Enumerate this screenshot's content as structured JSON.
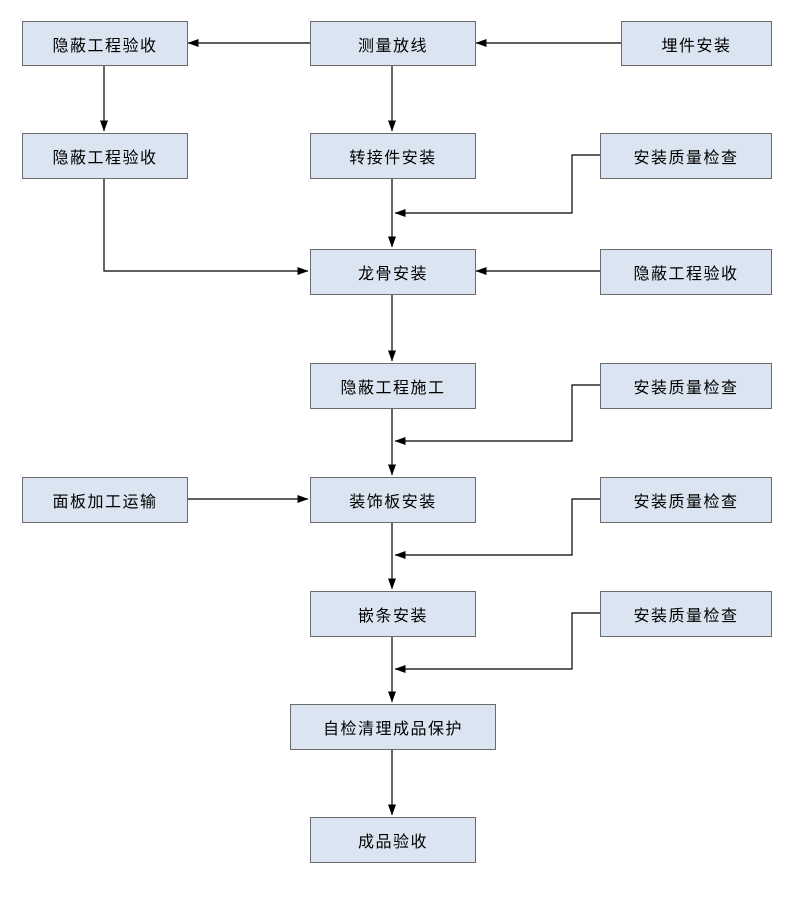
{
  "flowchart": {
    "style": {
      "node_fill": "#dbe5f1",
      "node_border": "#6b6b6b",
      "arrow_color": "#000000",
      "background": "#ffffff",
      "text_color": "#000000"
    },
    "nodes": [
      {
        "id": "hidden-works-acceptance-1",
        "label": "隐蔽工程验收"
      },
      {
        "id": "survey-layout",
        "label": "测量放线"
      },
      {
        "id": "embed-install",
        "label": "埋件安装"
      },
      {
        "id": "hidden-works-acceptance-2",
        "label": "隐蔽工程验收"
      },
      {
        "id": "adapter-install",
        "label": "转接件安装"
      },
      {
        "id": "quality-check-1",
        "label": "安装质量检查"
      },
      {
        "id": "keel-install",
        "label": "龙骨安装"
      },
      {
        "id": "hidden-works-acceptance-3",
        "label": "隐蔽工程验收"
      },
      {
        "id": "hidden-works-construction",
        "label": "隐蔽工程施工"
      },
      {
        "id": "quality-check-2",
        "label": "安装质量检查"
      },
      {
        "id": "panel-processing-transport",
        "label": "面板加工运输"
      },
      {
        "id": "decorative-panel-install",
        "label": "装饰板安装"
      },
      {
        "id": "quality-check-3",
        "label": "安装质量检查"
      },
      {
        "id": "trim-strip-install",
        "label": "嵌条安装"
      },
      {
        "id": "quality-check-4",
        "label": "安装质量检查"
      },
      {
        "id": "self-check-cleanup-protection",
        "label": "自检清理成品保护"
      },
      {
        "id": "finished-product-acceptance",
        "label": "成品验收"
      }
    ],
    "edges": [
      {
        "from": "survey-layout",
        "to": "hidden-works-acceptance-1"
      },
      {
        "from": "embed-install",
        "to": "survey-layout"
      },
      {
        "from": "hidden-works-acceptance-1",
        "to": "hidden-works-acceptance-2"
      },
      {
        "from": "survey-layout",
        "to": "adapter-install"
      },
      {
        "from": "adapter-install",
        "to": "keel-install"
      },
      {
        "from": "quality-check-1",
        "to": "keel-install"
      },
      {
        "from": "hidden-works-acceptance-2",
        "to": "keel-install"
      },
      {
        "from": "hidden-works-acceptance-3",
        "to": "keel-install"
      },
      {
        "from": "keel-install",
        "to": "hidden-works-construction"
      },
      {
        "from": "hidden-works-construction",
        "to": "decorative-panel-install"
      },
      {
        "from": "quality-check-2",
        "to": "decorative-panel-install"
      },
      {
        "from": "panel-processing-transport",
        "to": "decorative-panel-install"
      },
      {
        "from": "decorative-panel-install",
        "to": "trim-strip-install"
      },
      {
        "from": "quality-check-3",
        "to": "trim-strip-install"
      },
      {
        "from": "trim-strip-install",
        "to": "self-check-cleanup-protection"
      },
      {
        "from": "quality-check-4",
        "to": "self-check-cleanup-protection"
      },
      {
        "from": "self-check-cleanup-protection",
        "to": "finished-product-acceptance"
      }
    ]
  }
}
